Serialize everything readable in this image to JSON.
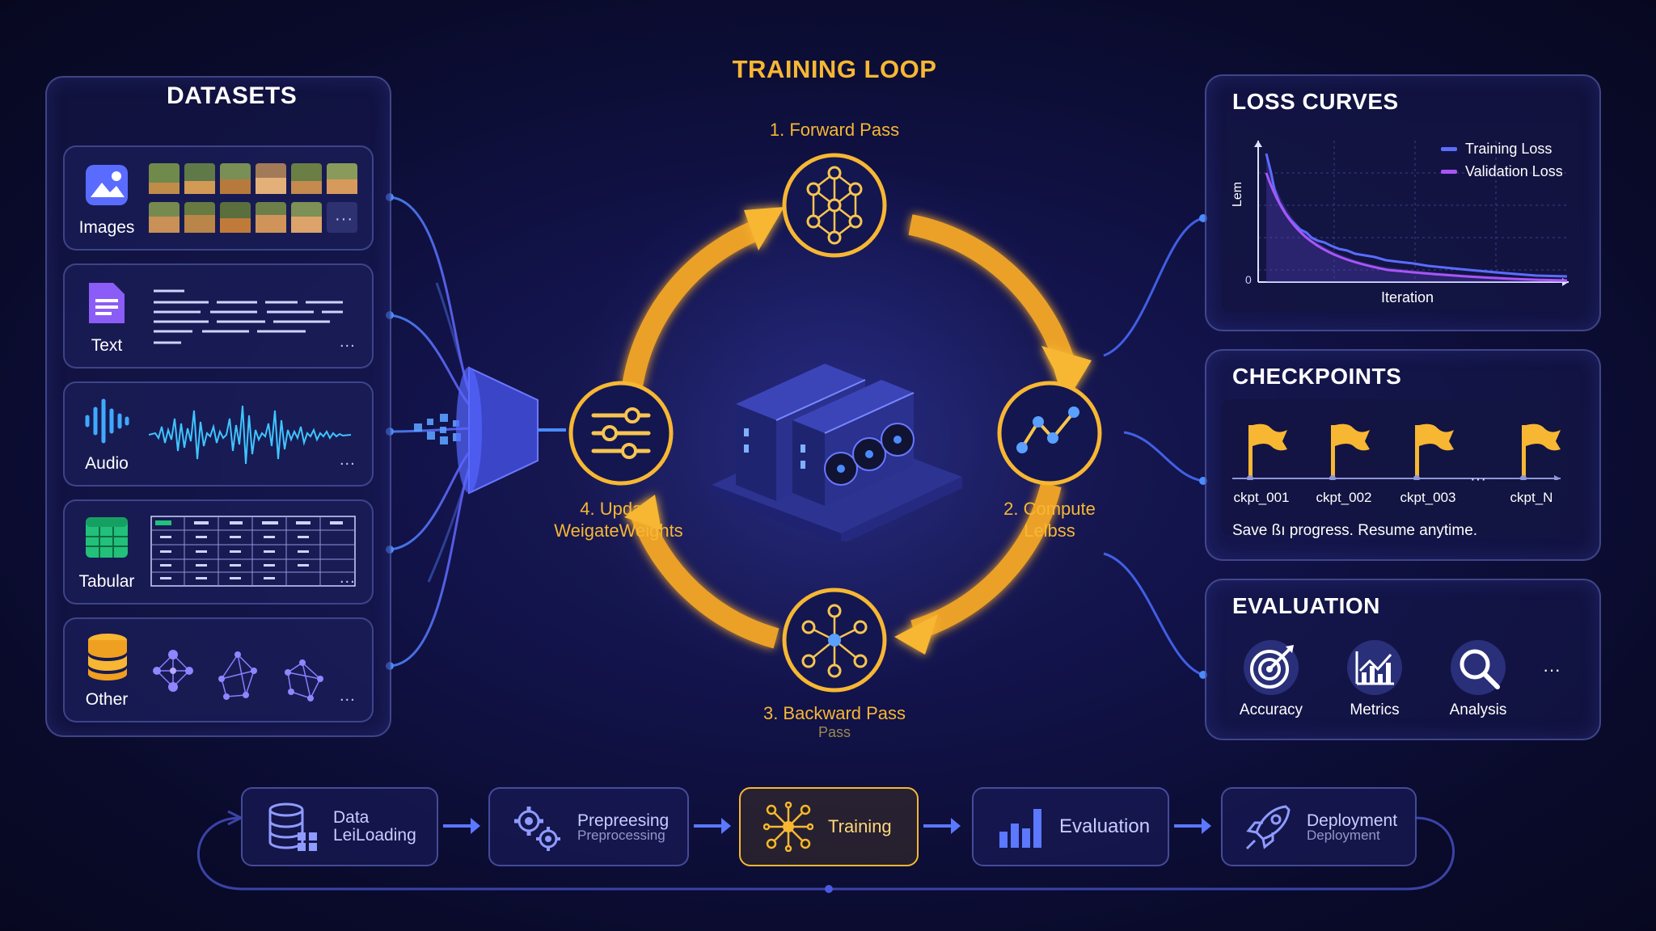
{
  "datasets": {
    "title": "DATASETS",
    "rows": [
      {
        "label": "Images",
        "more": "···"
      },
      {
        "label": "Text",
        "more": "..."
      },
      {
        "label": "Audio",
        "more": "..."
      },
      {
        "label": "Tabular",
        "more": "..."
      },
      {
        "label": "Other",
        "more": "..."
      }
    ]
  },
  "loop": {
    "title": "TRAINING LOOP",
    "step1": "1. Forward Pass",
    "step2_line1": "2. Compute",
    "step2_line2": "Lelbss",
    "step3": "3. Backward Pass",
    "step3_echo": "Pass",
    "step4_line1": "4. Update",
    "step4_line2": "WeigateWeights"
  },
  "loss": {
    "title": "LOSS CURVES",
    "legend_train": "Training Loss",
    "legend_val": "Validation Loss",
    "ylabel": "Lem",
    "xlabel": "Iteration",
    "zero": "0",
    "train_color": "#5b6cff",
    "val_color": "#a855f7"
  },
  "checkpoints": {
    "title": "CHECKPOINTS",
    "items": [
      "ckpt_001",
      "ckpt_002",
      "ckpt_003",
      "ckpt_N"
    ],
    "mid": "···",
    "caption": "Save ßı progress. Resume anytime."
  },
  "evaluation": {
    "title": "EVALUATION",
    "items": [
      "Accuracy",
      "Metrics",
      "Analysis"
    ],
    "more": "···"
  },
  "pipeline": {
    "s1_line1": "Data",
    "s1_line2": "LeiLoading",
    "s2_line1": "Prepreesing",
    "s2_line2": "Preprocessing",
    "s3": "Training",
    "s4": "Evaluation",
    "s5_line1": "Deployment",
    "s5_line2": "Deployment"
  },
  "colors": {
    "accent": "#f7b733",
    "panel_border": "#6e78dc",
    "title": "#ffffff",
    "glow": "#4a8cff"
  }
}
